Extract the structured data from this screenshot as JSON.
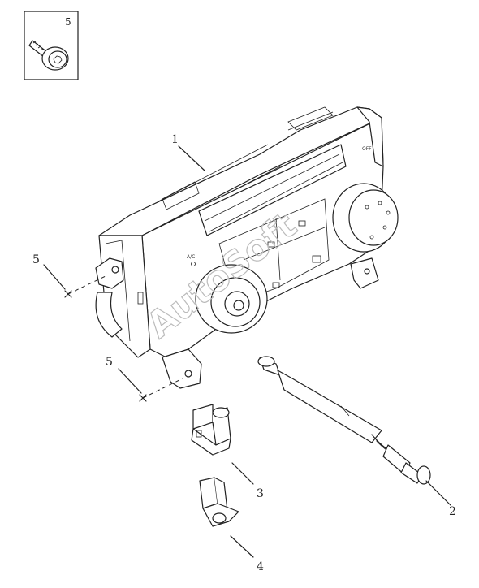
{
  "inset": {
    "number": "5"
  },
  "callouts": {
    "panel": "1",
    "harness": "2",
    "switch_a": "3",
    "switch_b": "4",
    "fastener_left": "5",
    "fastener_lower": "5"
  },
  "panel_labels": {
    "ac": "A/C",
    "off": "OFF"
  },
  "watermark": "AutoSoft"
}
